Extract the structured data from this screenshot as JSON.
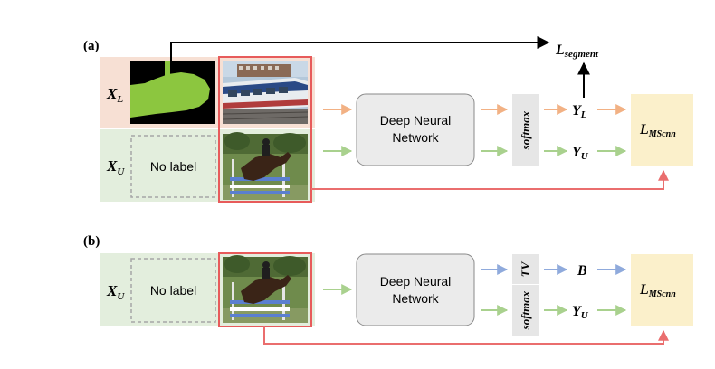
{
  "panel_a": {
    "label": "(a)",
    "row_labeled": {
      "symbol": "X",
      "subscript": "L"
    },
    "row_unlabeled": {
      "symbol": "X",
      "subscript": "U",
      "no_label_text": "No label"
    },
    "network": {
      "line1": "Deep Neural",
      "line2": "Network"
    },
    "softmax": "softmax",
    "output_labeled": {
      "symbol": "Y",
      "subscript": "L"
    },
    "output_unlabeled": {
      "symbol": "Y",
      "subscript": "U"
    },
    "loss_segment": {
      "symbol": "L",
      "subscript": "segment"
    },
    "loss_mscnn": {
      "symbol": "L",
      "subscript": "MScnn"
    }
  },
  "panel_b": {
    "label": "(b)",
    "row_unlabeled": {
      "symbol": "X",
      "subscript": "U",
      "no_label_text": "No label"
    },
    "network": {
      "line1": "Deep Neural",
      "line2": "Network"
    },
    "tv": "TV",
    "softmax": "softmax",
    "output_b": "B",
    "output_unlabeled": {
      "symbol": "Y",
      "subscript": "U"
    },
    "loss_mscnn": {
      "symbol": "L",
      "subscript": "MScnn"
    }
  },
  "colors": {
    "labeled_bg": "#f7e0d4",
    "unlabeled_bg": "#e3eedd",
    "network_fill": "#ebebeb",
    "network_stroke": "#8a8a8a",
    "op_fill": "#e6e6e6",
    "loss_fill": "#fbf0cb",
    "arrow_orange": "#f2b184",
    "arrow_green": "#a9d18e",
    "arrow_blue": "#8faadc",
    "arrow_red": "#ea6e6e",
    "highlight_red": "#e75b5b",
    "mask_green": "#8cc63f",
    "dashed_gray": "#a6a6a6"
  }
}
